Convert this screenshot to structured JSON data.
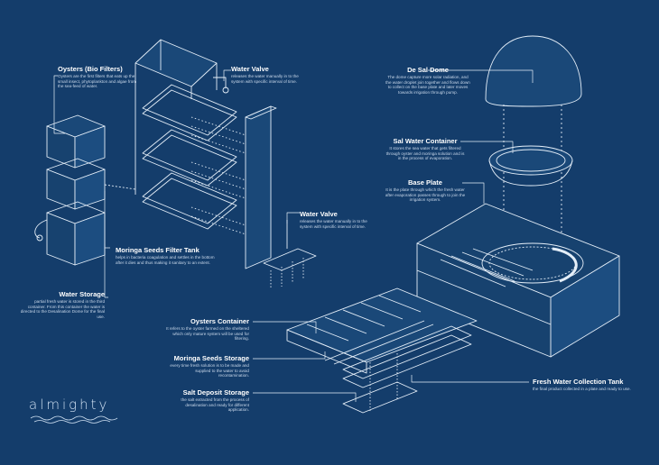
{
  "labels": {
    "oysters_bio_filters": {
      "title": "Oysters (Bio Filters)",
      "desc": "Oysters are the first filters that eats up the small insect, phytoplankton and algae from the sea-feed of water."
    },
    "water_valve_top": {
      "title": "Water Valve",
      "desc": "releases the water manually in to the system with specific interval of time."
    },
    "moringa_filter_tank": {
      "title": "Moringa Seeds Filter Tank",
      "desc": "helps in bacteria coagulation and settles in the bottom after it dies and thus making it sanitary to an extent."
    },
    "water_storage": {
      "title": "Water Storage",
      "desc": "partial fresh water is stored in the third container. From this container the water is directed to the Desalination Dome for the final use."
    },
    "water_valve_mid": {
      "title": "Water Valve",
      "desc": "releases the water manually in to the system with specific interval of time."
    },
    "de_sal_dome": {
      "title": "De Sal Dome",
      "desc": "The dome capture more solar radiation, and the water droplet join together and flows down to collect on the base plate and later moves towards irrigation through pump."
    },
    "sal_water_container": {
      "title": "Sal Water Container",
      "desc": "It stores the sea water that gets filtered through oyster and moringa solution and is in the process of evaporation."
    },
    "base_plate": {
      "title": "Base Plate",
      "desc": "It is the plate through which the fresh water after evaporation passes through to join the irrigation system."
    },
    "oysters_container": {
      "title": "Oysters Container",
      "desc": "It refers to the oyster farmed on the sheltered which only mature system will be used for filtering."
    },
    "moringa_seeds_storage": {
      "title": "Moringa Seeds Storage",
      "desc": "every time fresh solution is to be made and supplied to the water to avoid recontamination."
    },
    "salt_deposit_storage": {
      "title": "Salt Deposit Storage",
      "desc": "the salt extracted from the process of desalination and ready for different application."
    },
    "fresh_water_tank": {
      "title": "Fresh Water Collection Tank",
      "desc": "the final product collected in a plate and ready to use."
    }
  },
  "logo": {
    "text": "almighty"
  }
}
